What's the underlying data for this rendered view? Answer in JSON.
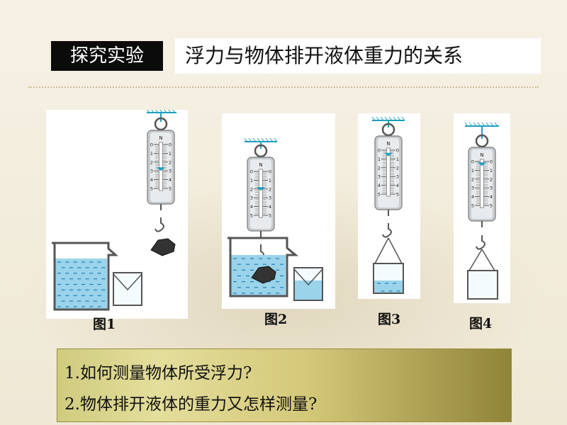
{
  "header": {
    "tag": "探究实验",
    "title": "浮力与物体排开液体重力的关系"
  },
  "figures": [
    {
      "label": "图1"
    },
    {
      "label": "图2"
    },
    {
      "label": "图3"
    },
    {
      "label": "图4"
    }
  ],
  "spring_scale": {
    "unit": "N",
    "ticks": [
      "0",
      "1",
      "2",
      "3",
      "4",
      "5"
    ]
  },
  "questions": [
    "1.如何测量物体所受浮力?",
    "2.物体排开液体的重力又怎样测量?"
  ],
  "colors": {
    "water": "#9ad3ea",
    "water_dash": "#1f7fb8",
    "scale_body": "#c9cdd0",
    "tag_bg": "#0b0b0b",
    "question_box": "#d4c879"
  }
}
